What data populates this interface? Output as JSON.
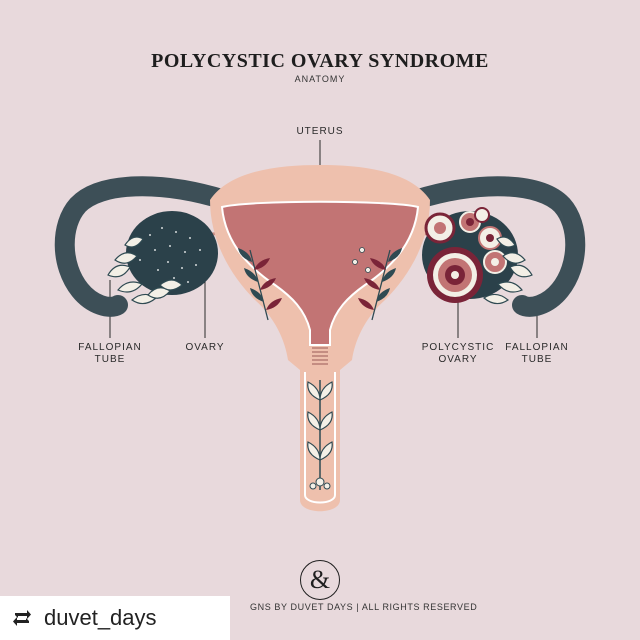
{
  "header": {
    "title": "POLYCYSTIC OVARY SYNDROME",
    "subtitle": "ANATOMY"
  },
  "labels": {
    "uterus": "UTERUS",
    "fallopian_tube_left": [
      "FALLOPIAN",
      "TUBE"
    ],
    "ovary": "OVARY",
    "polycystic_ovary": [
      "POLYCYSTIC",
      "OVARY"
    ],
    "fallopian_tube_right": [
      "FALLOPIAN",
      "TUBE"
    ]
  },
  "footer": {
    "logo_glyph": "&",
    "text": "GNS BY DUVET DAYS  |  ALL RIGHTS RESERVED"
  },
  "repost": {
    "icon": "repost-icon",
    "username": "duvet_days"
  },
  "colors": {
    "background": "#e8d9dc",
    "tube": "#3d4f57",
    "uterus_outer": "#eec0ad",
    "uterus_inner": "#c27474",
    "leaf_dark": "#2f4a52",
    "berry": "#7a2438"
  }
}
